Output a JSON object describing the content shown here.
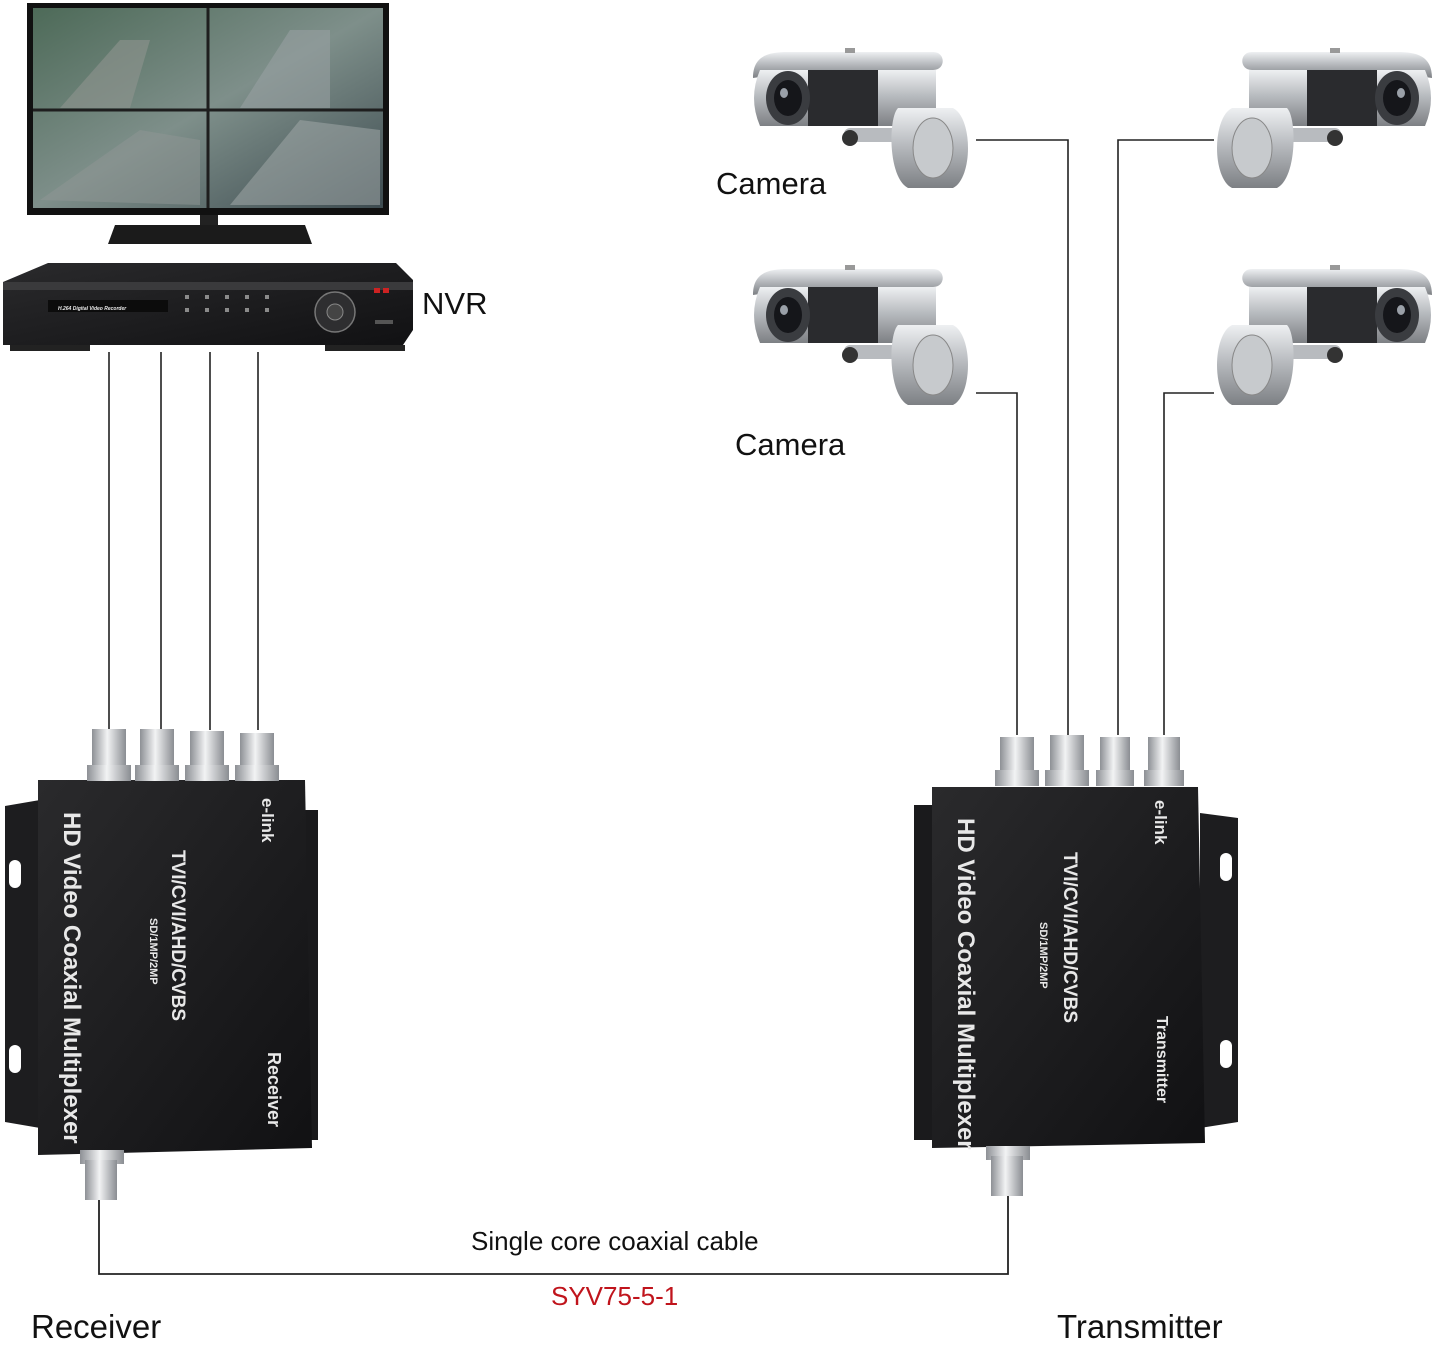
{
  "labels": {
    "nvr": "NVR",
    "camera_top": "Camera",
    "camera_mid": "Camera",
    "receiver": "Receiver",
    "transmitter": "Transmitter",
    "cable_type": "Single core coaxial cable",
    "cable_model": "SYV75-5-1"
  },
  "devices": {
    "receiver": {
      "brand": "e-link",
      "product": "HD Video Coaxial Multiplexer",
      "formats": "TVI/CVI/AHD/CVBS",
      "resolution": "SD/1MP/2MP",
      "role": "Receiver"
    },
    "transmitter": {
      "brand": "e-link",
      "product": "HD Video Coaxial Multiplexer",
      "formats": "TVI/CVI/AHD/CVBS",
      "resolution": "SD/1MP/2MP",
      "role": "Transmitter"
    },
    "nvr_panel": "H.264 Digital Video Recorder"
  },
  "icons": {
    "monitor": "monitor-icon",
    "nvr": "nvr-icon",
    "camera": "bullet-camera-icon",
    "multiplexer": "multiplexer-icon",
    "bnc": "bnc-connector-icon"
  },
  "colors": {
    "device_body": "#1c1c1e",
    "cable": "#222222",
    "cable_model_text": "#c0141c",
    "camera_body": "#b9bcc0"
  }
}
